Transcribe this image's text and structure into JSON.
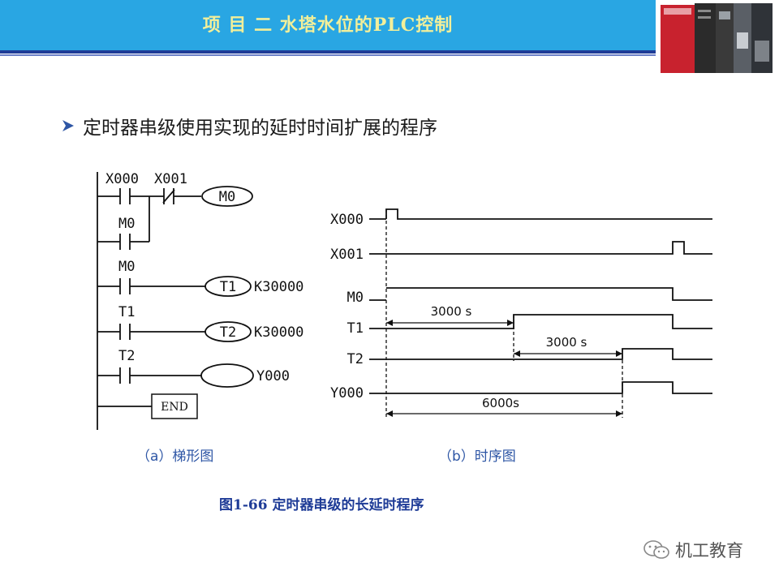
{
  "header": {
    "title": "项 目 二   水塔水位的PLC控制"
  },
  "section": {
    "heading": "定时器串级使用实现的延时时间扩展的程序"
  },
  "ladder": {
    "contacts": [
      "X000",
      "X001",
      "M0",
      "M0",
      "T1",
      "T2"
    ],
    "coils": [
      "M0",
      "T1",
      "T2",
      ""
    ],
    "constants": [
      "K30000",
      "K30000"
    ],
    "output_label": "Y000",
    "end_label": "END"
  },
  "timing": {
    "signals": [
      "X000",
      "X001",
      "M0",
      "T1",
      "T2",
      "Y000"
    ],
    "durations": [
      "3000 s",
      "3000 s",
      "6000s"
    ]
  },
  "captions": {
    "a": "（a）梯形图",
    "b": "（b）时序图"
  },
  "figure": {
    "title": "图1-66   定时器串级的长延时程序"
  },
  "watermark": {
    "text": "机工教育"
  },
  "colors": {
    "banner": "#29a6e3",
    "title": "#f2ef9a",
    "caption": "#2e56a5",
    "rule": "#1f3c97"
  }
}
